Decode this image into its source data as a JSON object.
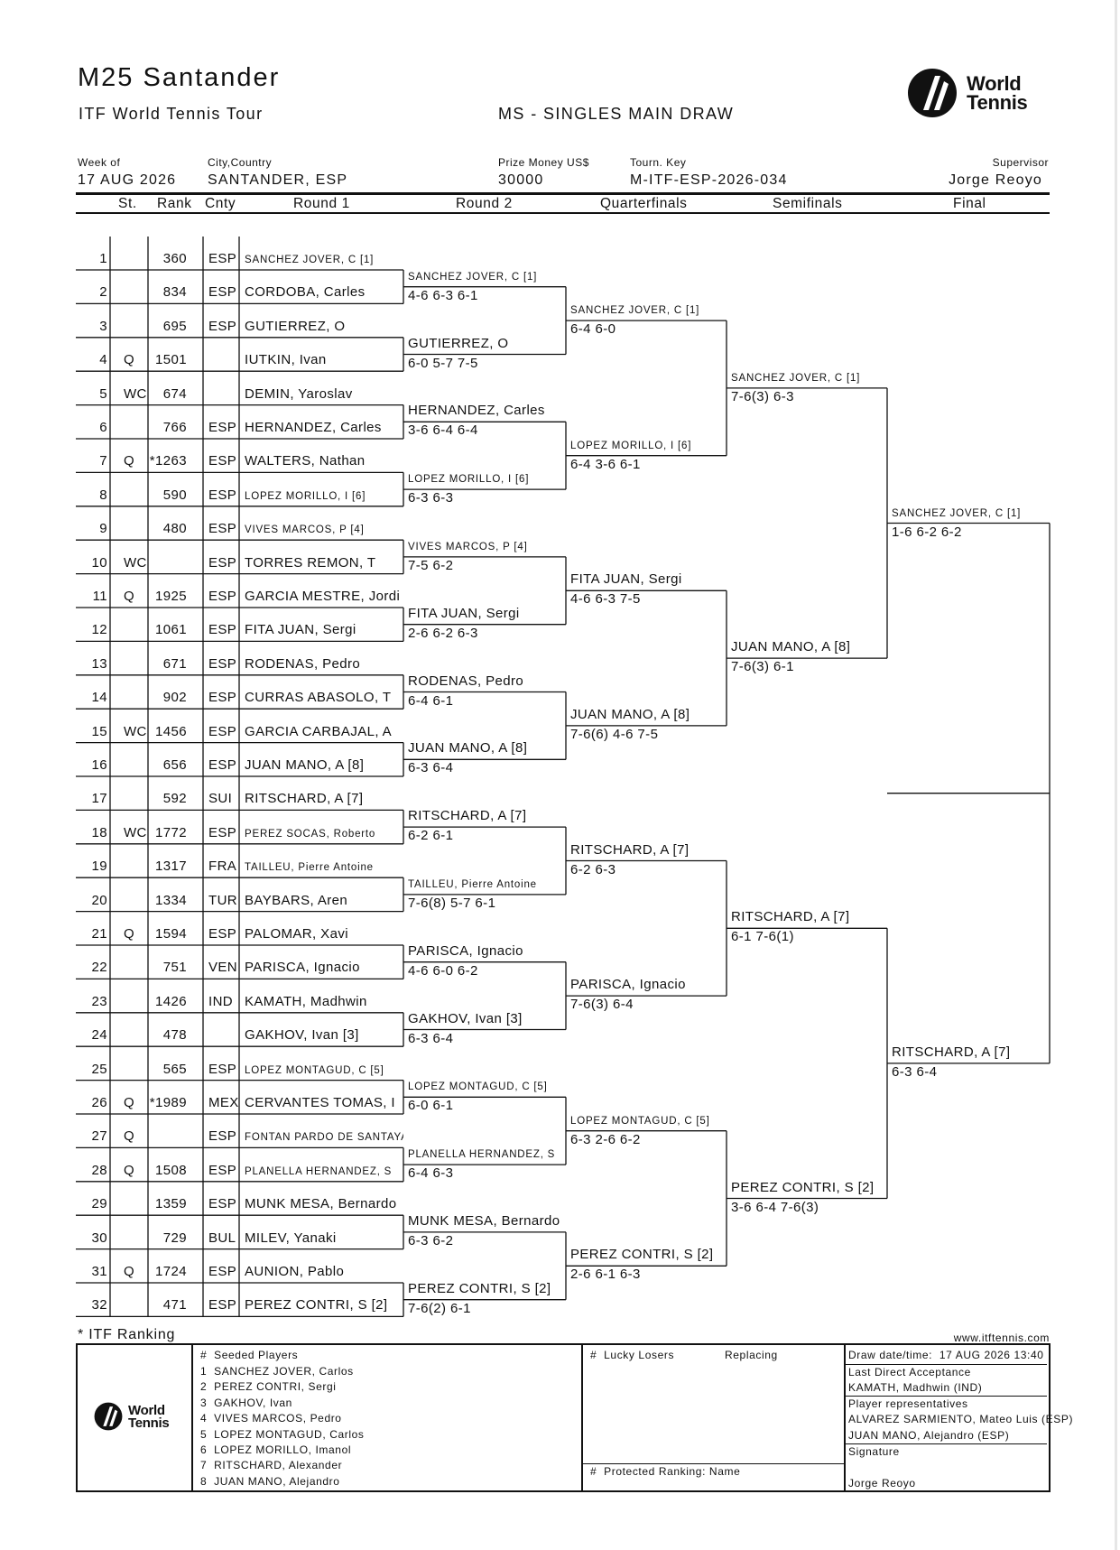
{
  "header": {
    "title": "M25 Santander",
    "tour": "ITF World Tennis Tour",
    "draw_name": "MS - SINGLES MAIN DRAW",
    "logo_text": [
      "World",
      "Tennis"
    ]
  },
  "info": {
    "week_label": "Week of",
    "week_value": "17 AUG 2026",
    "city_label": "City,Country",
    "city_value": "SANTANDER, ESP",
    "prize_label": "Prize Money US$",
    "prize_value": "30000",
    "key_label": "Tourn. Key",
    "key_value": "M-ITF-ESP-2026-034",
    "supervisor_label": "Supervisor",
    "supervisor_value": "Jorge Reoyo"
  },
  "columns": {
    "st": "St.",
    "rank": "Rank",
    "cnty": "Cnty",
    "r1": "Round 1",
    "r2": "Round 2",
    "qf": "Quarterfinals",
    "sf": "Semifinals",
    "final": "Final"
  },
  "players": [
    {
      "pos": "1",
      "st": "",
      "rank": "360",
      "cnty": "ESP",
      "name": "SANCHEZ JOVER, C [1]",
      "small": true
    },
    {
      "pos": "2",
      "st": "",
      "rank": "834",
      "cnty": "ESP",
      "name": "CORDOBA, Carles",
      "small": false
    },
    {
      "pos": "3",
      "st": "",
      "rank": "695",
      "cnty": "ESP",
      "name": "GUTIERREZ, O",
      "small": false
    },
    {
      "pos": "4",
      "st": "Q",
      "rank": "1501",
      "cnty": "",
      "name": "IUTKIN, Ivan",
      "small": false
    },
    {
      "pos": "5",
      "st": "WC",
      "rank": "674",
      "cnty": "",
      "name": "DEMIN, Yaroslav",
      "small": false
    },
    {
      "pos": "6",
      "st": "",
      "rank": "766",
      "cnty": "ESP",
      "name": "HERNANDEZ, Carles",
      "small": false
    },
    {
      "pos": "7",
      "st": "Q",
      "rank": "*1263",
      "cnty": "ESP",
      "name": "WALTERS, Nathan",
      "small": false
    },
    {
      "pos": "8",
      "st": "",
      "rank": "590",
      "cnty": "ESP",
      "name": "LOPEZ MORILLO, I [6]",
      "small": true
    },
    {
      "pos": "9",
      "st": "",
      "rank": "480",
      "cnty": "ESP",
      "name": "VIVES MARCOS, P [4]",
      "small": true
    },
    {
      "pos": "10",
      "st": "WC",
      "rank": "",
      "cnty": "ESP",
      "name": "TORRES REMON, T",
      "small": false
    },
    {
      "pos": "11",
      "st": "Q",
      "rank": "1925",
      "cnty": "ESP",
      "name": "GARCIA MESTRE, Jordi",
      "small": false
    },
    {
      "pos": "12",
      "st": "",
      "rank": "1061",
      "cnty": "ESP",
      "name": "FITA JUAN, Sergi",
      "small": false
    },
    {
      "pos": "13",
      "st": "",
      "rank": "671",
      "cnty": "ESP",
      "name": "RODENAS, Pedro",
      "small": false
    },
    {
      "pos": "14",
      "st": "",
      "rank": "902",
      "cnty": "ESP",
      "name": "CURRAS ABASOLO, T",
      "small": false
    },
    {
      "pos": "15",
      "st": "WC",
      "rank": "1456",
      "cnty": "ESP",
      "name": "GARCIA CARBAJAL, A",
      "small": false
    },
    {
      "pos": "16",
      "st": "",
      "rank": "656",
      "cnty": "ESP",
      "name": "JUAN MANO, A [8]",
      "small": false
    },
    {
      "pos": "17",
      "st": "",
      "rank": "592",
      "cnty": "SUI",
      "name": "RITSCHARD, A [7]",
      "small": false
    },
    {
      "pos": "18",
      "st": "WC",
      "rank": "1772",
      "cnty": "ESP",
      "name": "PEREZ SOCAS, Roberto",
      "small": true
    },
    {
      "pos": "19",
      "st": "",
      "rank": "1317",
      "cnty": "FRA",
      "name": "TAILLEU, Pierre Antoine",
      "small": true
    },
    {
      "pos": "20",
      "st": "",
      "rank": "1334",
      "cnty": "TUR",
      "name": "BAYBARS, Aren",
      "small": false
    },
    {
      "pos": "21",
      "st": "Q",
      "rank": "1594",
      "cnty": "ESP",
      "name": "PALOMAR, Xavi",
      "small": false
    },
    {
      "pos": "22",
      "st": "",
      "rank": "751",
      "cnty": "VEN",
      "name": "PARISCA, Ignacio",
      "small": false
    },
    {
      "pos": "23",
      "st": "",
      "rank": "1426",
      "cnty": "IND",
      "name": "KAMATH, Madhwin",
      "small": false
    },
    {
      "pos": "24",
      "st": "",
      "rank": "478",
      "cnty": "",
      "name": "GAKHOV, Ivan [3]",
      "small": false
    },
    {
      "pos": "25",
      "st": "",
      "rank": "565",
      "cnty": "ESP",
      "name": "LOPEZ MONTAGUD, C [5]",
      "small": true
    },
    {
      "pos": "26",
      "st": "Q",
      "rank": "*1989",
      "cnty": "MEX",
      "name": "CERVANTES TOMAS, I",
      "small": false
    },
    {
      "pos": "27",
      "st": "Q",
      "rank": "",
      "cnty": "ESP",
      "name": "FONTAN PARDO DE SANTAYANA, F",
      "small": true
    },
    {
      "pos": "28",
      "st": "Q",
      "rank": "1508",
      "cnty": "ESP",
      "name": "PLANELLA HERNANDEZ, S",
      "small": true
    },
    {
      "pos": "29",
      "st": "",
      "rank": "1359",
      "cnty": "ESP",
      "name": "MUNK MESA, Bernardo",
      "small": false
    },
    {
      "pos": "30",
      "st": "",
      "rank": "729",
      "cnty": "BUL",
      "name": "MILEV, Yanaki",
      "small": false
    },
    {
      "pos": "31",
      "st": "Q",
      "rank": "1724",
      "cnty": "ESP",
      "name": "AUNION, Pablo",
      "small": false
    },
    {
      "pos": "32",
      "st": "",
      "rank": "471",
      "cnty": "ESP",
      "name": "PEREZ CONTRI, S [2]",
      "small": false
    }
  ],
  "round2": [
    {
      "name": "SANCHEZ JOVER, C [1]",
      "score": "4-6 6-3 6-1",
      "small": true
    },
    {
      "name": "GUTIERREZ, O",
      "score": "6-0 5-7 7-5",
      "small": false
    },
    {
      "name": "HERNANDEZ, Carles",
      "score": "3-6 6-4 6-4",
      "small": false
    },
    {
      "name": "LOPEZ MORILLO, I [6]",
      "score": "6-3 6-3",
      "small": true
    },
    {
      "name": "VIVES MARCOS, P [4]",
      "score": "7-5 6-2",
      "small": true
    },
    {
      "name": "FITA JUAN, Sergi",
      "score": "2-6 6-2 6-3",
      "small": false
    },
    {
      "name": "RODENAS, Pedro",
      "score": "6-4 6-1",
      "small": false
    },
    {
      "name": "JUAN MANO, A [8]",
      "score": "6-3 6-4",
      "small": false
    },
    {
      "name": "RITSCHARD, A [7]",
      "score": "6-2 6-1",
      "small": false
    },
    {
      "name": "TAILLEU, Pierre Antoine",
      "score": "7-6(8) 5-7 6-1",
      "small": true
    },
    {
      "name": "PARISCA, Ignacio",
      "score": "4-6 6-0 6-2",
      "small": false
    },
    {
      "name": "GAKHOV, Ivan [3]",
      "score": "6-3 6-4",
      "small": false
    },
    {
      "name": "LOPEZ MONTAGUD, C [5]",
      "score": "6-0 6-1",
      "small": true
    },
    {
      "name": "PLANELLA HERNANDEZ, S",
      "score": "6-4 6-3",
      "small": true
    },
    {
      "name": "MUNK MESA, Bernardo",
      "score": "6-3 6-2",
      "small": false
    },
    {
      "name": "PEREZ CONTRI, S [2]",
      "score": "7-6(2) 6-1",
      "small": false
    }
  ],
  "quarterfinals": [
    {
      "name": "SANCHEZ JOVER, C [1]",
      "score": "6-4 6-0",
      "small": true
    },
    {
      "name": "LOPEZ MORILLO, I [6]",
      "score": "6-4 3-6 6-1",
      "small": true
    },
    {
      "name": "FITA JUAN, Sergi",
      "score": "4-6 6-3 7-5",
      "small": false
    },
    {
      "name": "JUAN MANO, A [8]",
      "score": "7-6(6) 4-6 7-5",
      "small": false
    },
    {
      "name": "RITSCHARD, A [7]",
      "score": "6-2 6-3",
      "small": false
    },
    {
      "name": "PARISCA, Ignacio",
      "score": "7-6(3) 6-4",
      "small": false
    },
    {
      "name": "LOPEZ MONTAGUD, C [5]",
      "score": "6-3 2-6 6-2",
      "small": true
    },
    {
      "name": "PEREZ CONTRI, S [2]",
      "score": "2-6 6-1 6-3",
      "small": false
    }
  ],
  "semifinals": [
    {
      "name": "SANCHEZ JOVER, C [1]",
      "score": "7-6(3) 6-3",
      "small": true
    },
    {
      "name": "JUAN MANO, A [8]",
      "score": "7-6(3) 6-1",
      "small": false
    },
    {
      "name": "RITSCHARD, A [7]",
      "score": "6-1 7-6(1)",
      "small": false
    },
    {
      "name": "PEREZ CONTRI, S [2]",
      "score": "3-6 6-4 7-6(3)",
      "small": false
    }
  ],
  "final": [
    {
      "name": "SANCHEZ JOVER, C [1]",
      "score": "1-6 6-2 6-2",
      "small": true
    },
    {
      "name": "RITSCHARD, A [7]",
      "score": "6-3 6-4",
      "small": false
    }
  ],
  "footer": {
    "itf_ranking_note": "* ITF Ranking",
    "website": "www.itftennis.com",
    "seeded_header": "#  Seeded Players",
    "seeds": [
      "1  SANCHEZ JOVER, Carlos",
      "2  PEREZ CONTRI, Sergi",
      "3  GAKHOV, Ivan",
      "4  VIVES MARCOS, Pedro",
      "5  LOPEZ MONTAGUD, Carlos",
      "6  LOPEZ MORILLO, Imanol",
      "7  RITSCHARD, Alexander",
      "8  JUAN MANO, Alejandro"
    ],
    "lucky_losers_header": "#  Lucky Losers",
    "replacing_header": "Replacing",
    "protected_ranking_header": "#  Protected Ranking: Name",
    "draw_datetime": "Draw date/time:  17 AUG 2026 13:40",
    "last_da_label": "Last Direct Acceptance",
    "last_da_value": "KAMATH, Madhwin (IND)",
    "reps_label": "Player representatives",
    "reps": [
      "ALVAREZ SARMIENTO, Mateo Luis (ESP)",
      "JUAN MANO, Alejandro (ESP)"
    ],
    "signature_label": "Signature",
    "signature_value": "Jorge Reoyo"
  }
}
